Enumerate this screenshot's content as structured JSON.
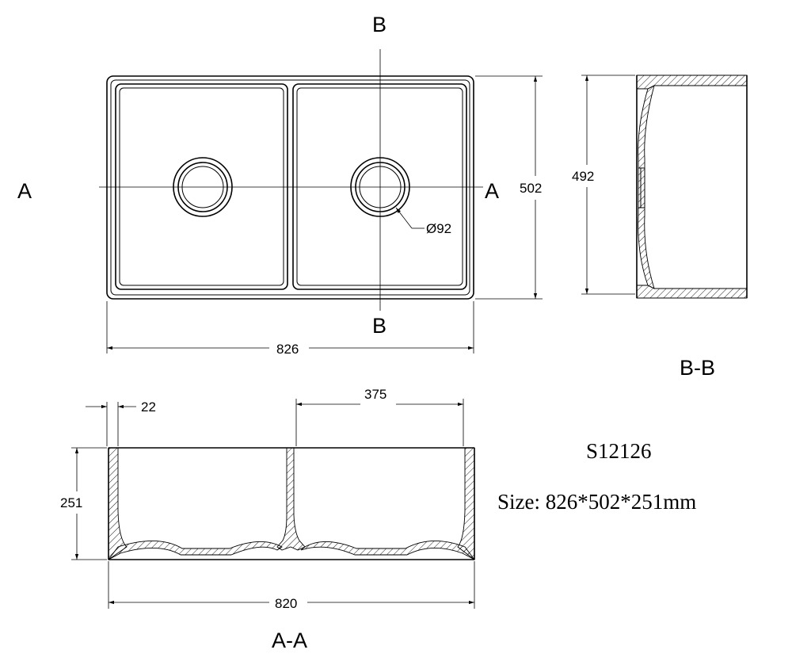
{
  "section_labels": {
    "a_left": "A",
    "a_right": "A",
    "b_top": "B",
    "b_bottom": "B",
    "view_bb": "B-B",
    "view_aa": "A-A"
  },
  "dimensions": {
    "overall_width": "826",
    "overall_depth": "502",
    "side_depth": "492",
    "drain_diameter": "Ø92",
    "wall_thickness": "22",
    "bowl_width": "375",
    "height": "251",
    "bottom_width": "820"
  },
  "model": {
    "code": "S12126",
    "size": "Size: 826*502*251mm"
  }
}
